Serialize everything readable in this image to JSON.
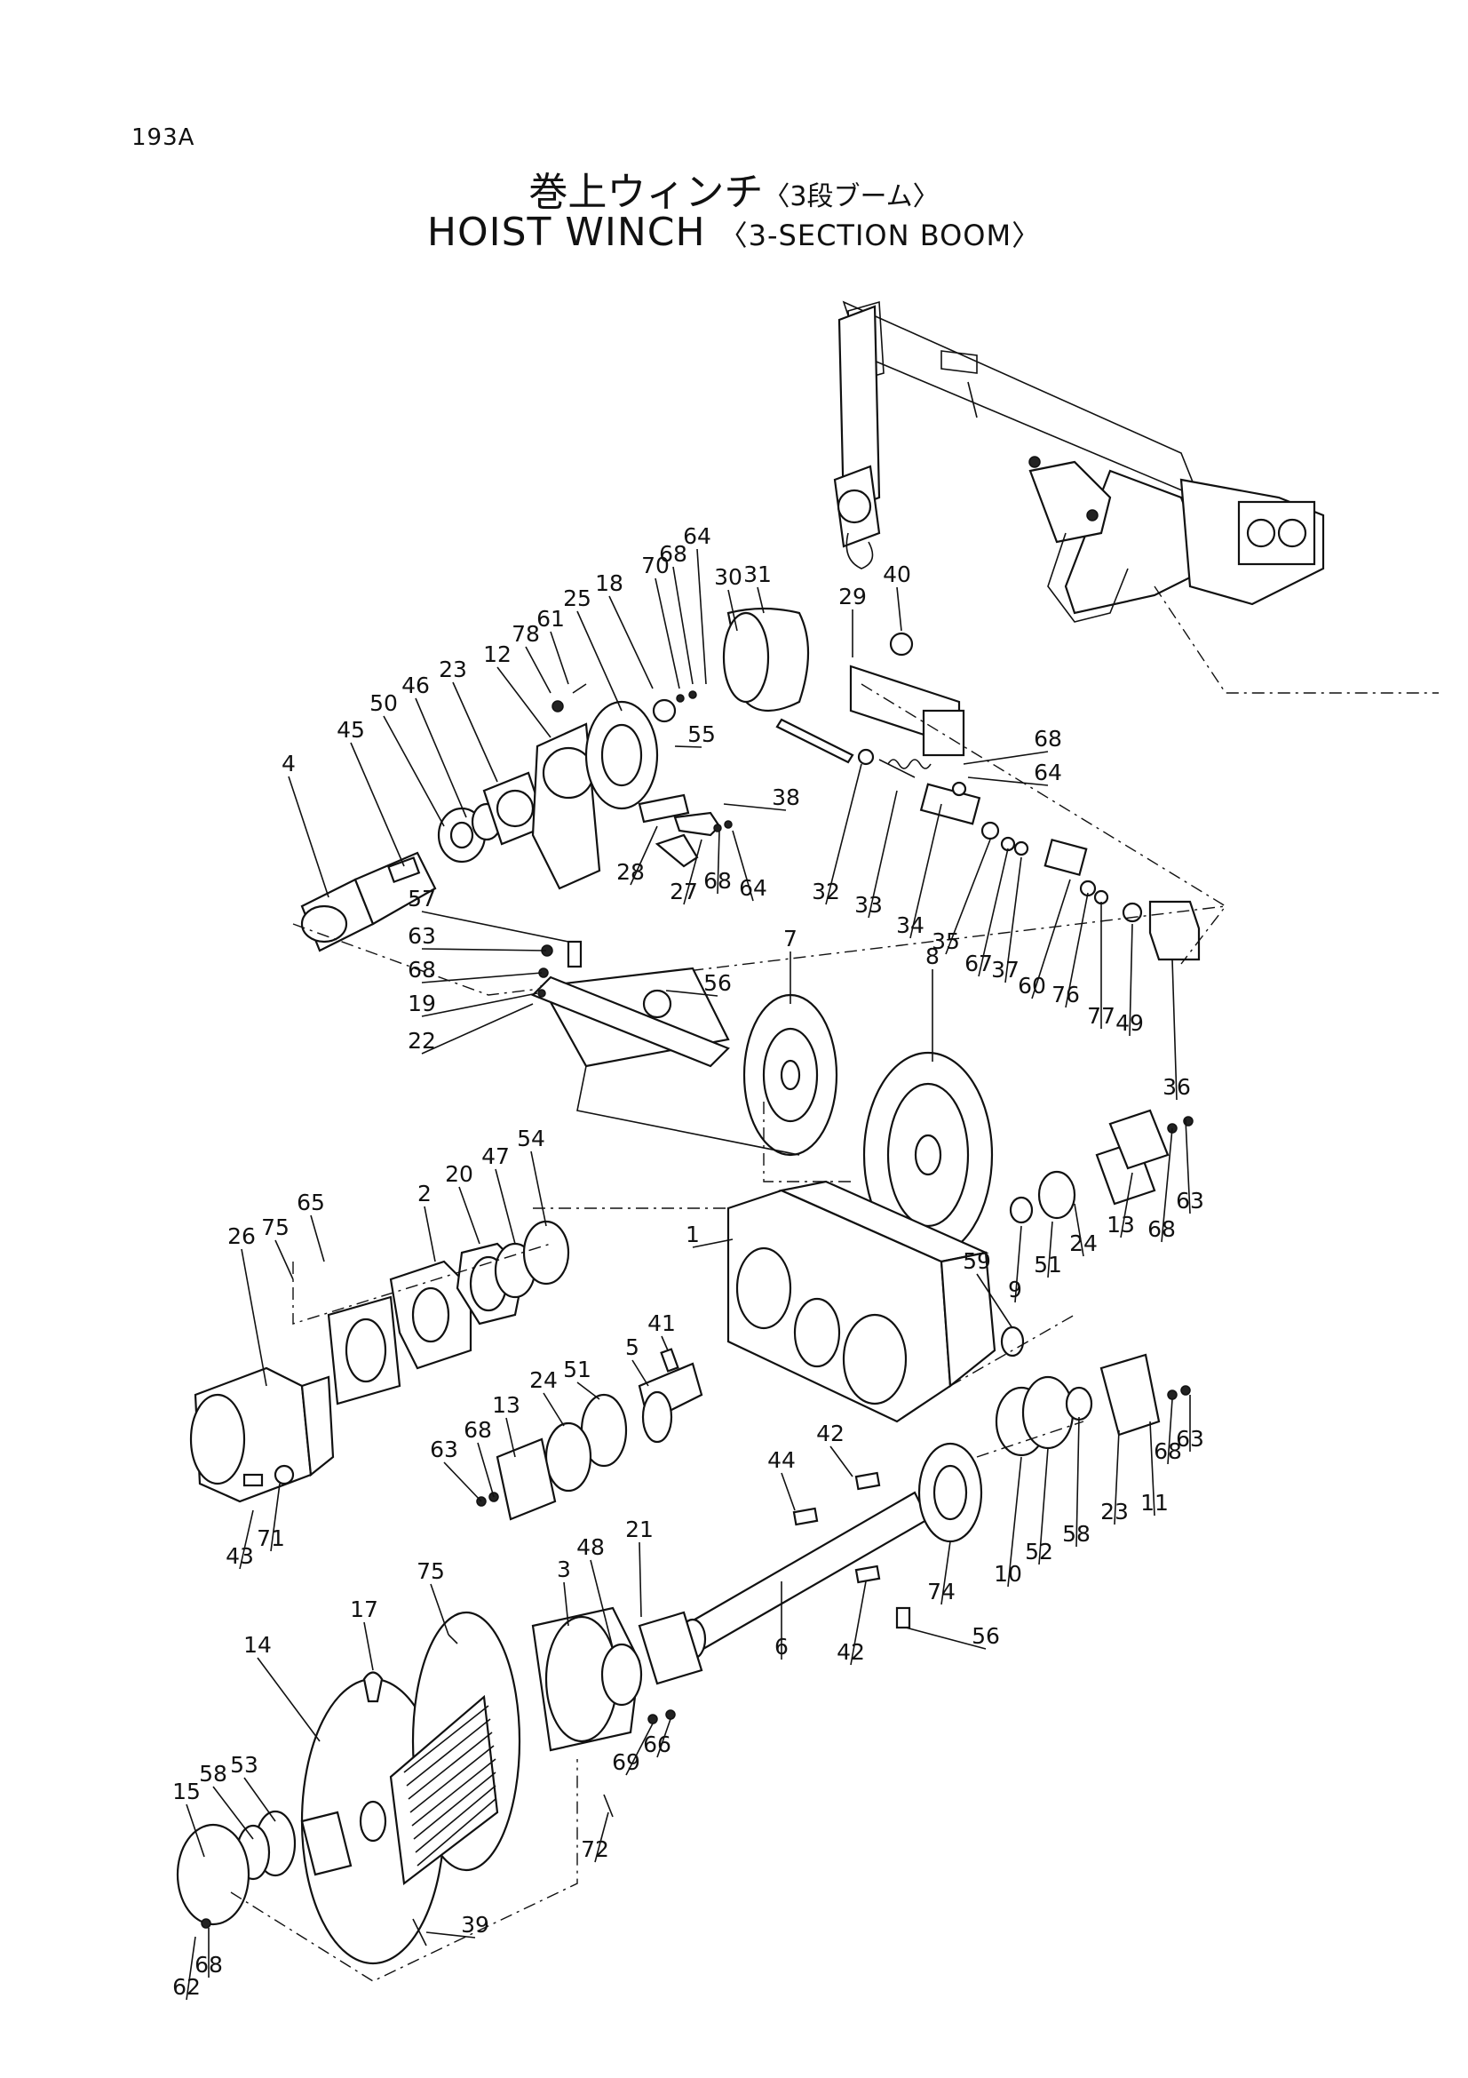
{
  "page_code": "193A",
  "title": {
    "jp_main": "巻上ウィンチ",
    "jp_sub": "〈3段ブーム〉",
    "en_main": "HOIST WINCH",
    "en_sub": "〈3-SECTION BOOM〉"
  },
  "callouts": [
    {
      "id": "c-64a",
      "text": "64"
    },
    {
      "id": "c-68a",
      "text": "68"
    },
    {
      "id": "c-70",
      "text": "70"
    },
    {
      "id": "c-30",
      "text": "30"
    },
    {
      "id": "c-31",
      "text": "31"
    },
    {
      "id": "c-18",
      "text": "18"
    },
    {
      "id": "c-25",
      "text": "25"
    },
    {
      "id": "c-61",
      "text": "61"
    },
    {
      "id": "c-78",
      "text": "78"
    },
    {
      "id": "c-12",
      "text": "12"
    },
    {
      "id": "c-23a",
      "text": "23"
    },
    {
      "id": "c-46",
      "text": "46"
    },
    {
      "id": "c-50",
      "text": "50"
    },
    {
      "id": "c-45",
      "text": "45"
    },
    {
      "id": "c-4",
      "text": "4"
    },
    {
      "id": "c-29",
      "text": "29"
    },
    {
      "id": "c-40",
      "text": "40"
    },
    {
      "id": "c-68b",
      "text": "68"
    },
    {
      "id": "c-64b",
      "text": "64"
    },
    {
      "id": "c-55",
      "text": "55"
    },
    {
      "id": "c-38",
      "text": "38"
    },
    {
      "id": "c-28",
      "text": "28"
    },
    {
      "id": "c-68c",
      "text": "68"
    },
    {
      "id": "c-64c",
      "text": "64"
    },
    {
      "id": "c-27",
      "text": "27"
    },
    {
      "id": "c-32",
      "text": "32"
    },
    {
      "id": "c-33",
      "text": "33"
    },
    {
      "id": "c-34",
      "text": "34"
    },
    {
      "id": "c-35",
      "text": "35"
    },
    {
      "id": "c-67",
      "text": "67"
    },
    {
      "id": "c-37",
      "text": "37"
    },
    {
      "id": "c-60",
      "text": "60"
    },
    {
      "id": "c-76",
      "text": "76"
    },
    {
      "id": "c-77",
      "text": "77"
    },
    {
      "id": "c-49",
      "text": "49"
    },
    {
      "id": "c-36",
      "text": "36"
    },
    {
      "id": "c-57",
      "text": "57"
    },
    {
      "id": "c-63a",
      "text": "63"
    },
    {
      "id": "c-68d",
      "text": "68"
    },
    {
      "id": "c-19",
      "text": "19"
    },
    {
      "id": "c-22",
      "text": "22"
    },
    {
      "id": "c-56a",
      "text": "56"
    },
    {
      "id": "c-7",
      "text": "7"
    },
    {
      "id": "c-8",
      "text": "8"
    },
    {
      "id": "c-20",
      "text": "20"
    },
    {
      "id": "c-47",
      "text": "47"
    },
    {
      "id": "c-54",
      "text": "54"
    },
    {
      "id": "c-2",
      "text": "2"
    },
    {
      "id": "c-65",
      "text": "65"
    },
    {
      "id": "c-75a",
      "text": "75"
    },
    {
      "id": "c-26",
      "text": "26"
    },
    {
      "id": "c-1",
      "text": "1"
    },
    {
      "id": "c-63b",
      "text": "63"
    },
    {
      "id": "c-68e",
      "text": "68"
    },
    {
      "id": "c-13a",
      "text": "13"
    },
    {
      "id": "c-24a",
      "text": "24"
    },
    {
      "id": "c-51a",
      "text": "51"
    },
    {
      "id": "c-9",
      "text": "9"
    },
    {
      "id": "c-59",
      "text": "59"
    },
    {
      "id": "c-41",
      "text": "41"
    },
    {
      "id": "c-5",
      "text": "5"
    },
    {
      "id": "c-24b",
      "text": "24"
    },
    {
      "id": "c-51b",
      "text": "51"
    },
    {
      "id": "c-13b",
      "text": "13"
    },
    {
      "id": "c-68f",
      "text": "68"
    },
    {
      "id": "c-63c",
      "text": "63"
    },
    {
      "id": "c-43",
      "text": "43"
    },
    {
      "id": "c-71",
      "text": "71"
    },
    {
      "id": "c-42a",
      "text": "42"
    },
    {
      "id": "c-44",
      "text": "44"
    },
    {
      "id": "c-63d",
      "text": "63"
    },
    {
      "id": "c-68g",
      "text": "68"
    },
    {
      "id": "c-11",
      "text": "11"
    },
    {
      "id": "c-23b",
      "text": "23"
    },
    {
      "id": "c-58a",
      "text": "58"
    },
    {
      "id": "c-52",
      "text": "52"
    },
    {
      "id": "c-10",
      "text": "10"
    },
    {
      "id": "c-74",
      "text": "74"
    },
    {
      "id": "c-56b",
      "text": "56"
    },
    {
      "id": "c-42b",
      "text": "42"
    },
    {
      "id": "c-6",
      "text": "6"
    },
    {
      "id": "c-21",
      "text": "21"
    },
    {
      "id": "c-48",
      "text": "48"
    },
    {
      "id": "c-3",
      "text": "3"
    },
    {
      "id": "c-75b",
      "text": "75"
    },
    {
      "id": "c-17",
      "text": "17"
    },
    {
      "id": "c-14",
      "text": "14"
    },
    {
      "id": "c-69",
      "text": "69"
    },
    {
      "id": "c-66",
      "text": "66"
    },
    {
      "id": "c-72",
      "text": "72"
    },
    {
      "id": "c-15",
      "text": "15"
    },
    {
      "id": "c-58b",
      "text": "58"
    },
    {
      "id": "c-53",
      "text": "53"
    },
    {
      "id": "c-39",
      "text": "39"
    },
    {
      "id": "c-62",
      "text": "62"
    },
    {
      "id": "c-68h",
      "text": "68"
    }
  ]
}
